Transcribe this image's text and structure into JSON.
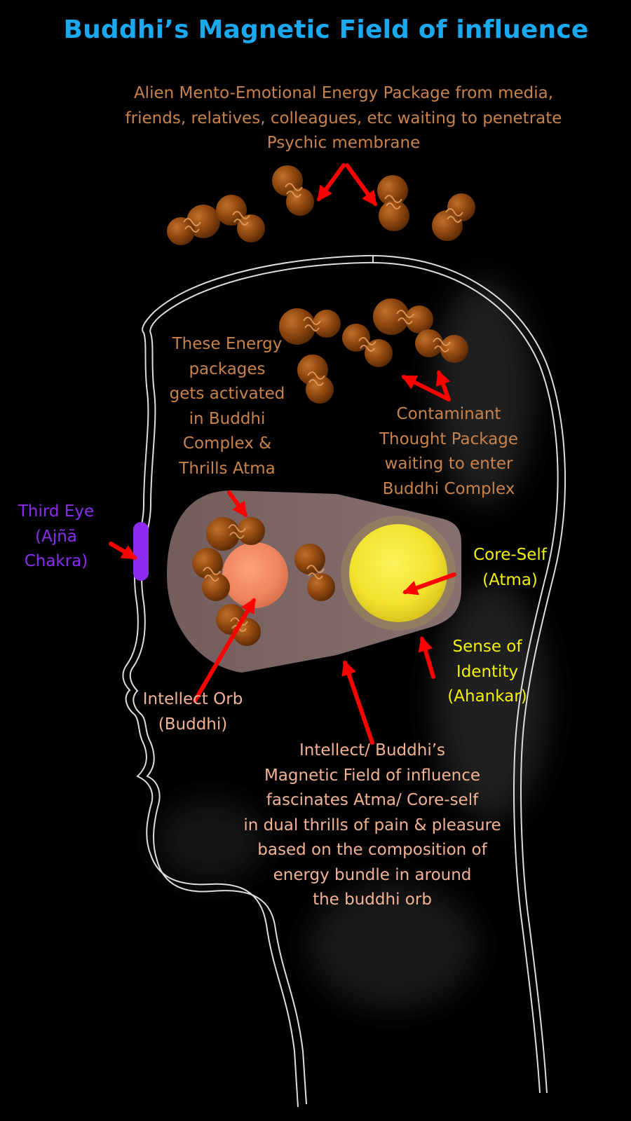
{
  "title": "Buddhi’s Magnetic Field of influence",
  "labels": {
    "alien_packages": [
      "Alien Mento-Emotional Energy Package from media,",
      "friends, relatives, colleagues, etc waiting to penetrate",
      "Psychic membrane"
    ],
    "activated_packages": [
      "These Energy",
      "packages",
      "gets activated",
      "in Buddhi",
      "Complex &",
      "Thrills Atma"
    ],
    "contaminant_package": [
      "Contaminant",
      "Thought Package",
      "waiting to enter",
      "Buddhi Complex"
    ],
    "third_eye": [
      "Third Eye",
      "(Ajñā",
      "Chakra)"
    ],
    "core_self": [
      "Core-Self",
      "(Atma)"
    ],
    "sense_of_identity": [
      "Sense of",
      "Identity",
      "(Ahankar)"
    ],
    "intellect_orb": [
      "Intellect Orb",
      "(Buddhi)"
    ],
    "magnetic_field": [
      "Intellect/ Buddhi’s",
      "Magnetic Field of influence",
      "fascinates Atma/ Core-self",
      "in dual thrills of pain & pleasure",
      "based on the composition of",
      "energy bundle in around",
      "the buddhi orb"
    ]
  },
  "colors": {
    "title": "#1aa8ee",
    "orange_text": "#c9834a",
    "peach_text": "#f2b294",
    "yellow_text": "#f2f200",
    "purple_text": "#8b2cf0",
    "arrow": "#ff0000",
    "energy_package": "#9a4e12",
    "core_self_orb": "#f5e63a",
    "intellect_orb": "#f08a66",
    "head_outline": "#dddddd"
  }
}
